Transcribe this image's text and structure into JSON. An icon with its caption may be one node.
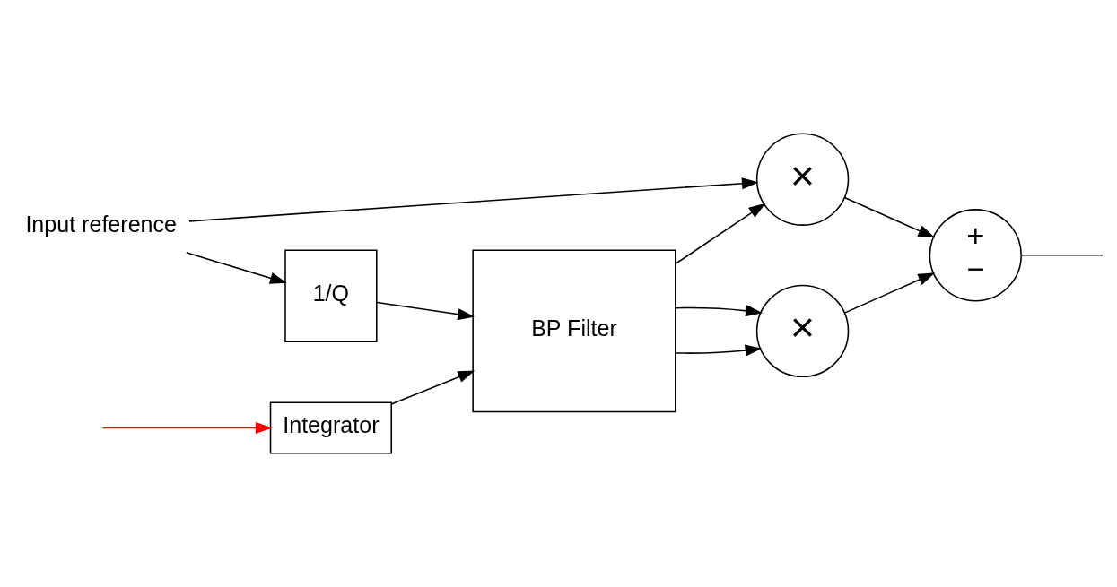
{
  "diagram": {
    "nodes": [
      {
        "text": [
          "Input reference"
        ]
      },
      {
        "text": [
          "1/Q"
        ]
      },
      {
        "text": [
          "BP Filter"
        ]
      },
      {
        "text": [
          "×"
        ]
      },
      {
        "text": [
          "+",
          "−"
        ]
      },
      {
        "text": [
          "×"
        ]
      },
      {
        "text": [
          "Integrator"
        ]
      }
    ],
    "edges": [
      {
        "from": 0,
        "to": 1,
        "arrow": "to"
      },
      {
        "from": 0,
        "to": 3,
        "arrow": "to"
      },
      {
        "from": 1,
        "to": 2,
        "arrow": "to"
      },
      {
        "from": 2,
        "to": 3,
        "arrow": "to"
      },
      {
        "from": 2,
        "to": 5,
        "arrow": "to"
      },
      {
        "from": 2,
        "to": 5,
        "arrow": "to"
      },
      {
        "from": 3,
        "to": 4,
        "arrow": "to"
      },
      {
        "from": 5,
        "to": 4,
        "arrow": "to"
      },
      {
        "from": 4,
        "to": null,
        "arrow": "none"
      },
      {
        "from": 6,
        "to": 2,
        "arrow": "to"
      },
      {
        "from": null,
        "to": 6,
        "arrow": "to",
        "color": "#ff0000"
      }
    ]
  }
}
